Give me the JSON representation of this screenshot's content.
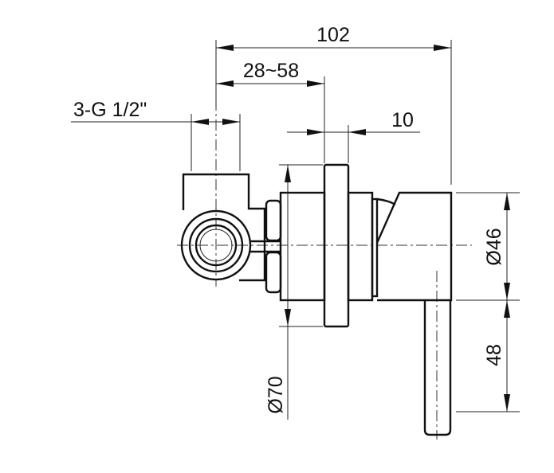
{
  "drawing": {
    "dimensions": {
      "overall_length": "102",
      "wall_depth_range": "28~58",
      "thread_spec": "3-G 1/2\"",
      "flange_thickness": "10",
      "handle_diameter": "Ø46",
      "lever_length": "48",
      "flange_diameter": "Ø70"
    },
    "line_color": "#111111",
    "background": "#ffffff"
  }
}
